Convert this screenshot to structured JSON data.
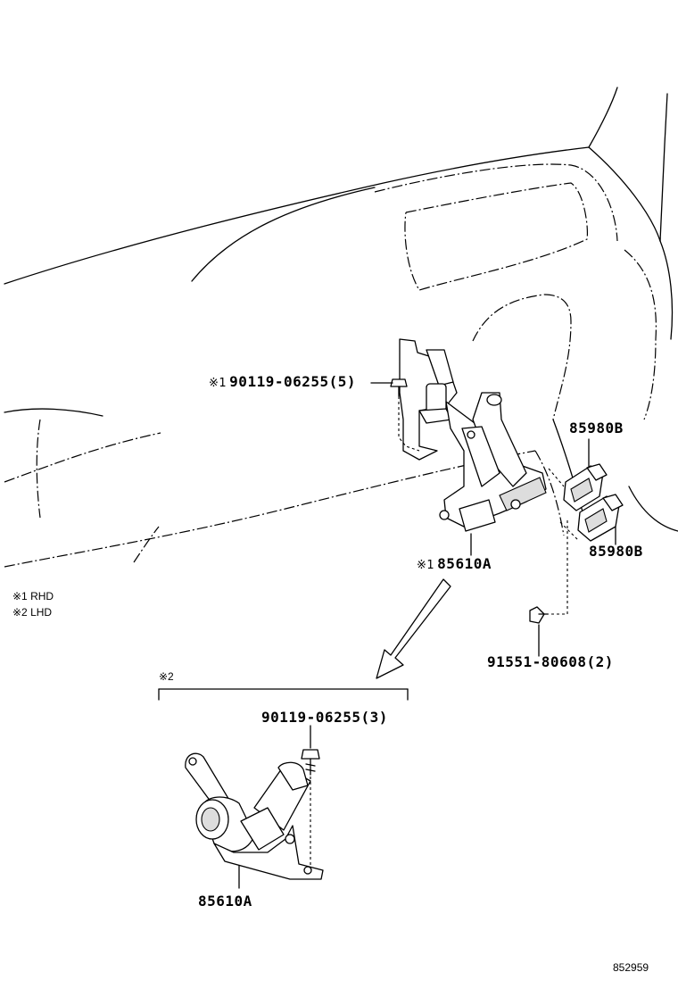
{
  "legend": {
    "rhd": {
      "mark": "※1",
      "text": "RHD"
    },
    "lhd": {
      "mark": "※2",
      "text": "LHD"
    }
  },
  "callouts": {
    "bolt_rhd": {
      "mark": "※1",
      "part": "90119-06255(5)"
    },
    "bracket_rhd": {
      "mark": "※1",
      "part": "85610A"
    },
    "connector_upper": {
      "part": "85980B"
    },
    "connector_lower": {
      "part": "85980B"
    },
    "bolt_connector": {
      "part": "91551-80608(2)"
    },
    "lhd_section": {
      "mark": "※2"
    },
    "bolt_lhd": {
      "part": "90119-06255(3)"
    },
    "bracket_lhd": {
      "part": "85610A"
    }
  },
  "figure_id": "852959"
}
